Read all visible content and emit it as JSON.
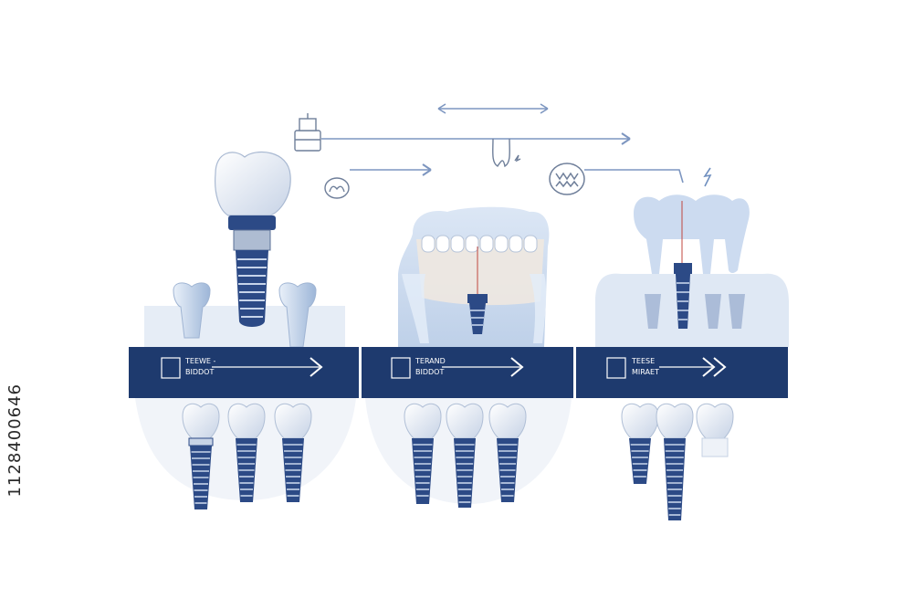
{
  "colors": {
    "navy": "#1e3a6e",
    "implant": "#2c4a86",
    "crown": "#eef2f8",
    "gum": "#c9d8ee",
    "line": "#6f8fbf",
    "base": "#e4ebf5"
  },
  "panels": [
    {
      "banner_line1": "TEEWE -",
      "banner_line2": "BIDDOT"
    },
    {
      "banner_line1": "TERAND",
      "banner_line2": "BIDDOT"
    },
    {
      "banner_line1": "TEESE",
      "banner_line2": "MIRAET"
    }
  ],
  "side_id": "1128400646",
  "icons": [
    "toolbox-icon",
    "molar-icon",
    "root-icon",
    "open-mouth-icon",
    "lightning-icon"
  ]
}
